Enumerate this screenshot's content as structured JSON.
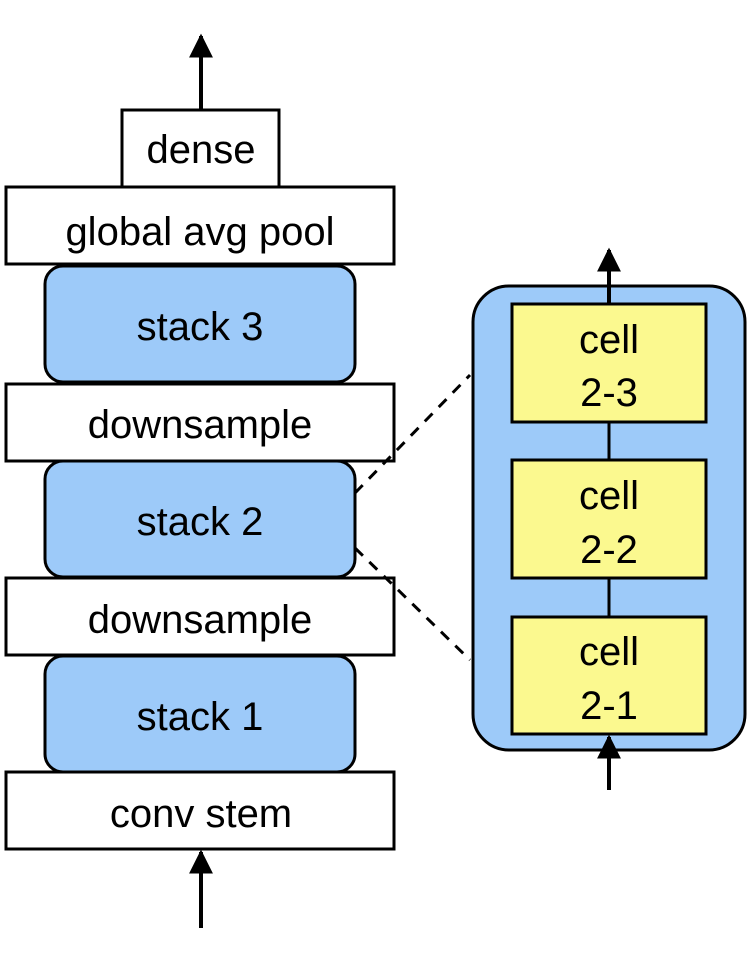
{
  "colors": {
    "stack_fill": "#9dcaf9",
    "cell_fill": "#fbf98f",
    "layer_fill": "#ffffff",
    "stroke": "#000000"
  },
  "main_stack": {
    "dense": "dense",
    "global_pool": "global avg pool",
    "stack3": "stack 3",
    "downsample_upper": "downsample",
    "stack2": "stack 2",
    "downsample_lower": "downsample",
    "stack1": "stack 1",
    "stem": "conv stem"
  },
  "expanded_stack": {
    "cells": [
      {
        "line1": "cell",
        "line2": "2-3"
      },
      {
        "line1": "cell",
        "line2": "2-2"
      },
      {
        "line1": "cell",
        "line2": "2-1"
      }
    ]
  }
}
